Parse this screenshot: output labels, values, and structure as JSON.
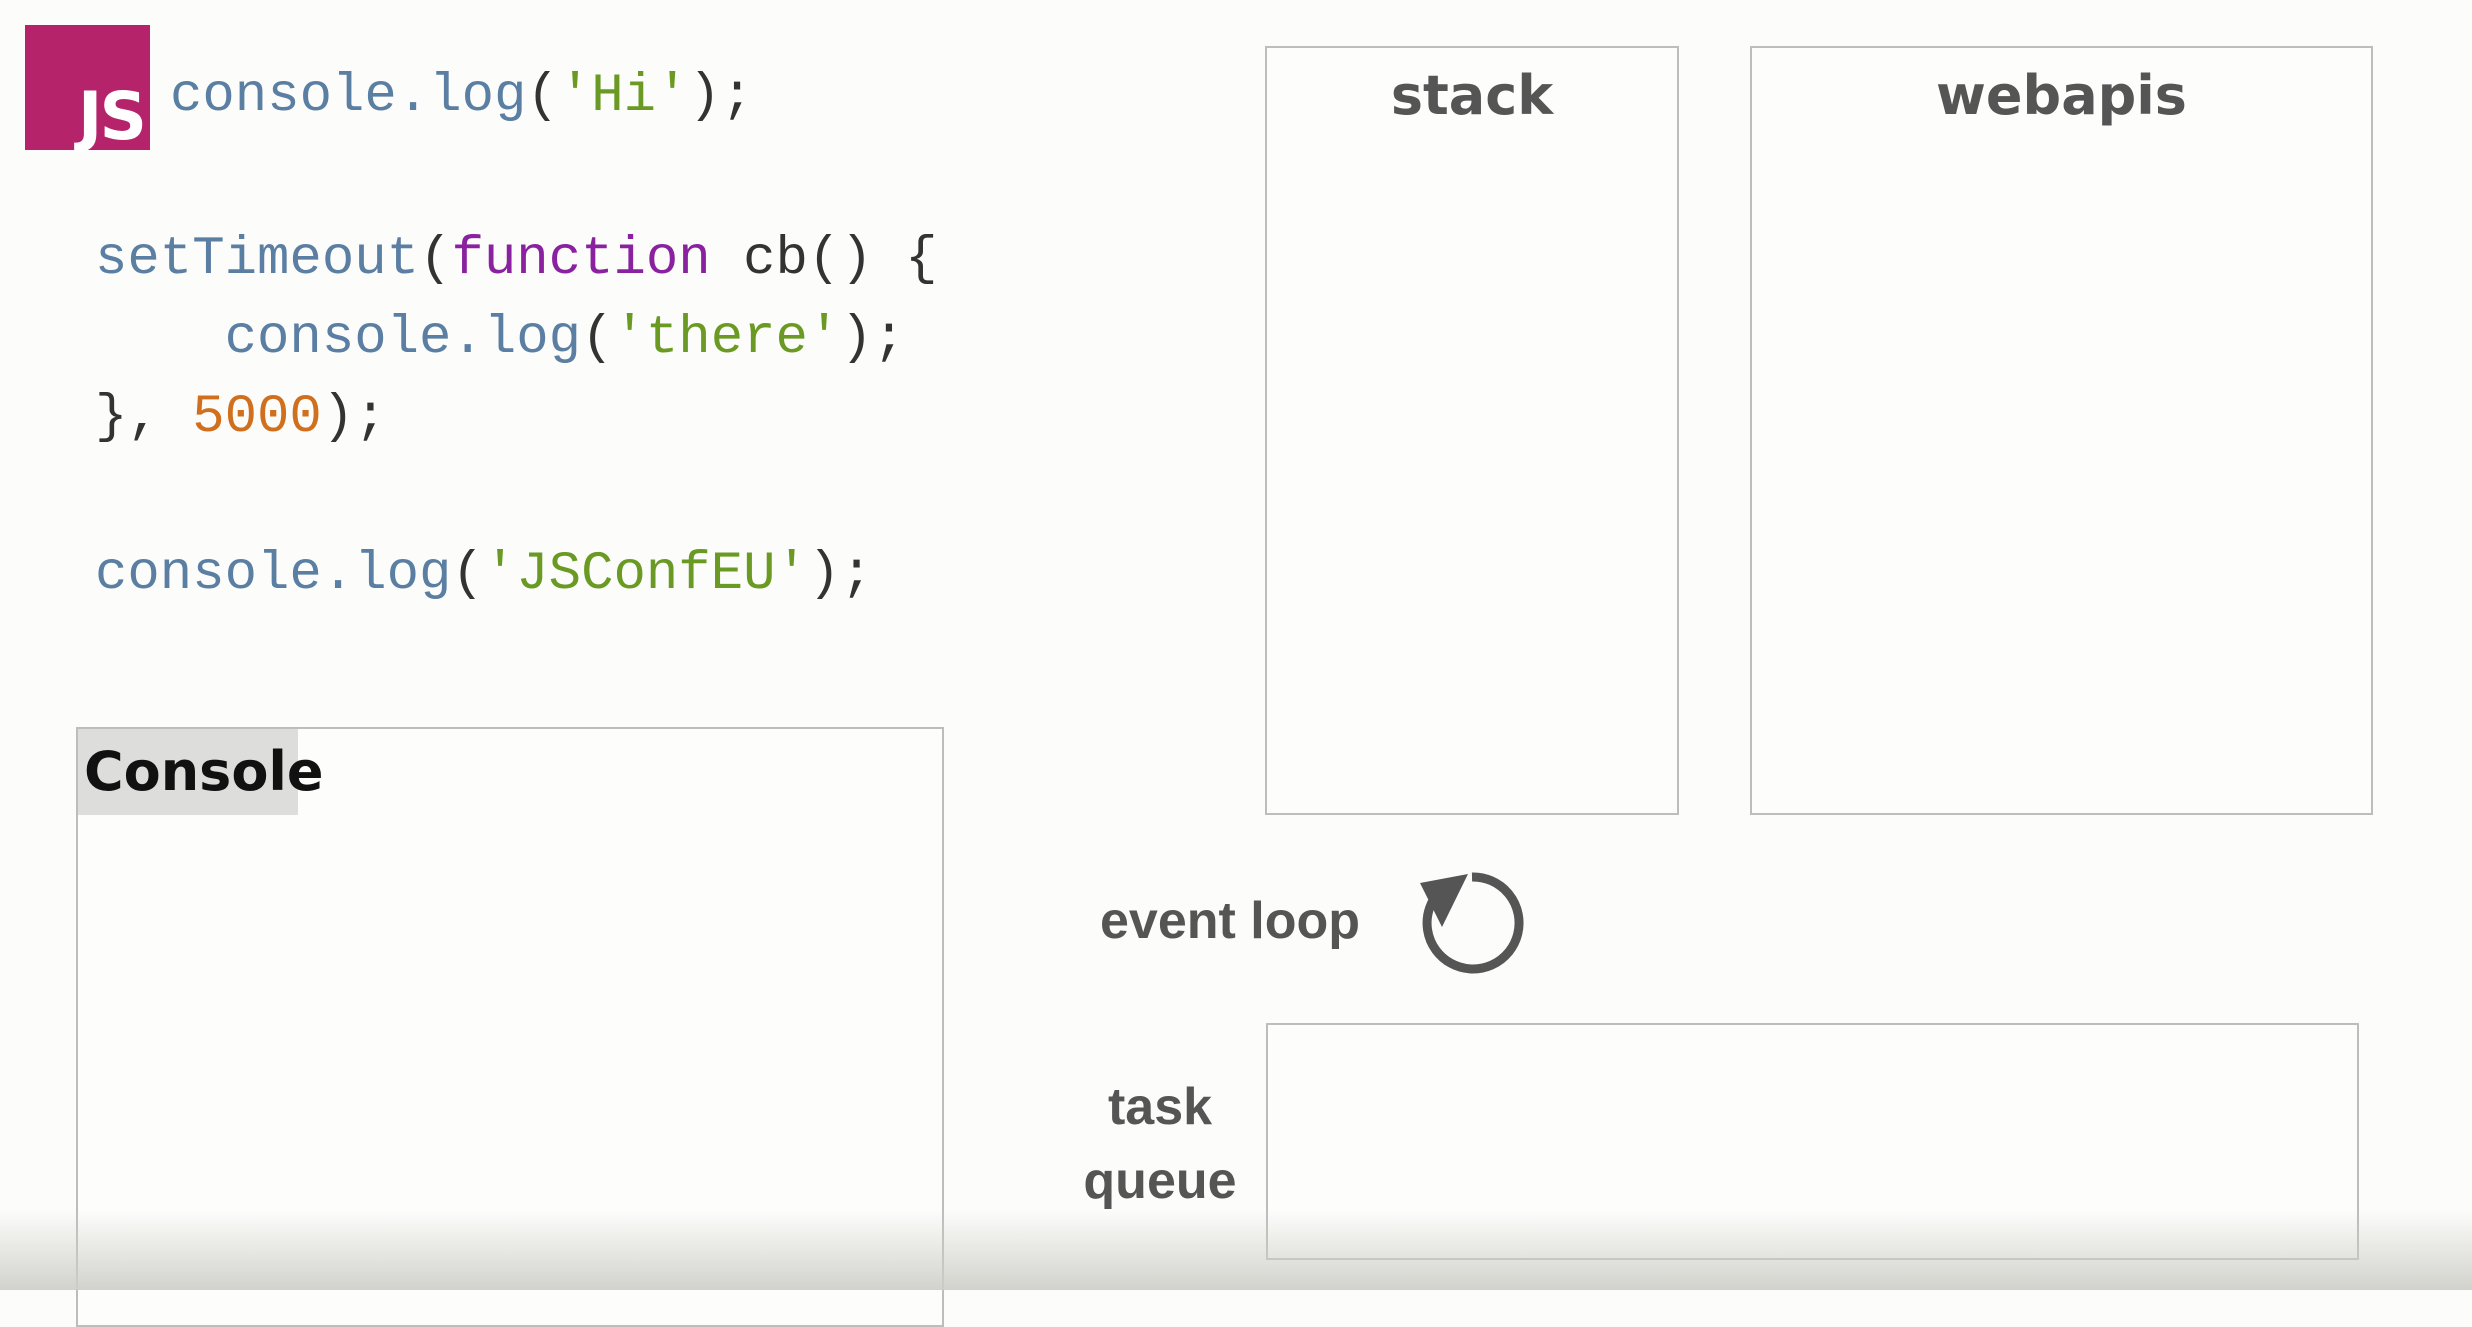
{
  "logo": {
    "text": "JS",
    "color": "#b5236b"
  },
  "code": {
    "line1": {
      "fn": "console.log",
      "open": "(",
      "str": "'Hi'",
      "close": ");"
    },
    "line2": {
      "fn": "setTimeout",
      "open": "(",
      "kw": "function",
      "rest": " cb() {"
    },
    "line3": {
      "indent": "    ",
      "fn": "console.log",
      "open": "(",
      "str": "'there'",
      "close": ");"
    },
    "line4": {
      "start": "}, ",
      "num": "5000",
      "close": ");"
    },
    "line5": {
      "fn": "console.log",
      "open": "(",
      "str": "'JSConfEU'",
      "close": ");"
    }
  },
  "console": {
    "label": "Console"
  },
  "stack": {
    "title": "stack"
  },
  "webapis": {
    "title": "webapis"
  },
  "event_loop": {
    "label": "event loop",
    "icon": "loop-arrow-icon"
  },
  "task_queue": {
    "label_line1": "task",
    "label_line2": "queue"
  }
}
